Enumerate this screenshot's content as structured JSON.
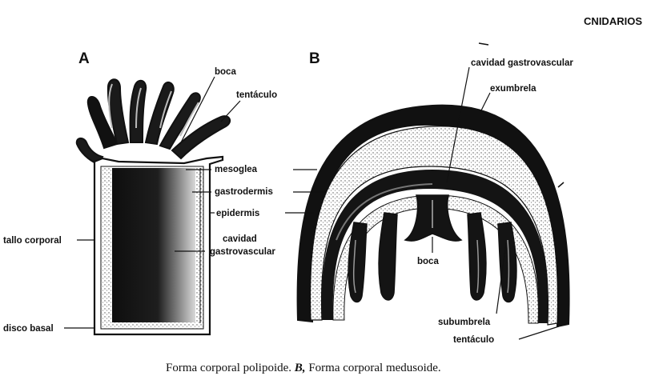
{
  "header": {
    "section": "CNIDARIOS"
  },
  "figure": {
    "panel_a": {
      "letter": "A",
      "labels": {
        "boca": "boca",
        "tentaculo": "tentáculo",
        "mesoglea": "mesoglea",
        "gastrodermis": "gastrodermis",
        "epidermis": "epidermis",
        "tallo": "tallo corporal",
        "cavidad_1": "cavidad",
        "cavidad_2": "gastrovascular",
        "disco": "disco basal"
      }
    },
    "panel_b": {
      "letter": "B",
      "labels": {
        "cavidad": "cavidad gastrovascular",
        "exumbrela": "exumbrela",
        "boca": "boca",
        "subumbrela": "subumbrela",
        "tentaculo": "tentáculo"
      }
    },
    "caption": {
      "t1": "Forma corporal polipoide. ",
      "t2": "B,",
      "t3": " Forma corporal medusoide."
    }
  },
  "colors": {
    "ink": "#111111",
    "paper": "#ffffff",
    "stipple": "#c8c8c8"
  }
}
